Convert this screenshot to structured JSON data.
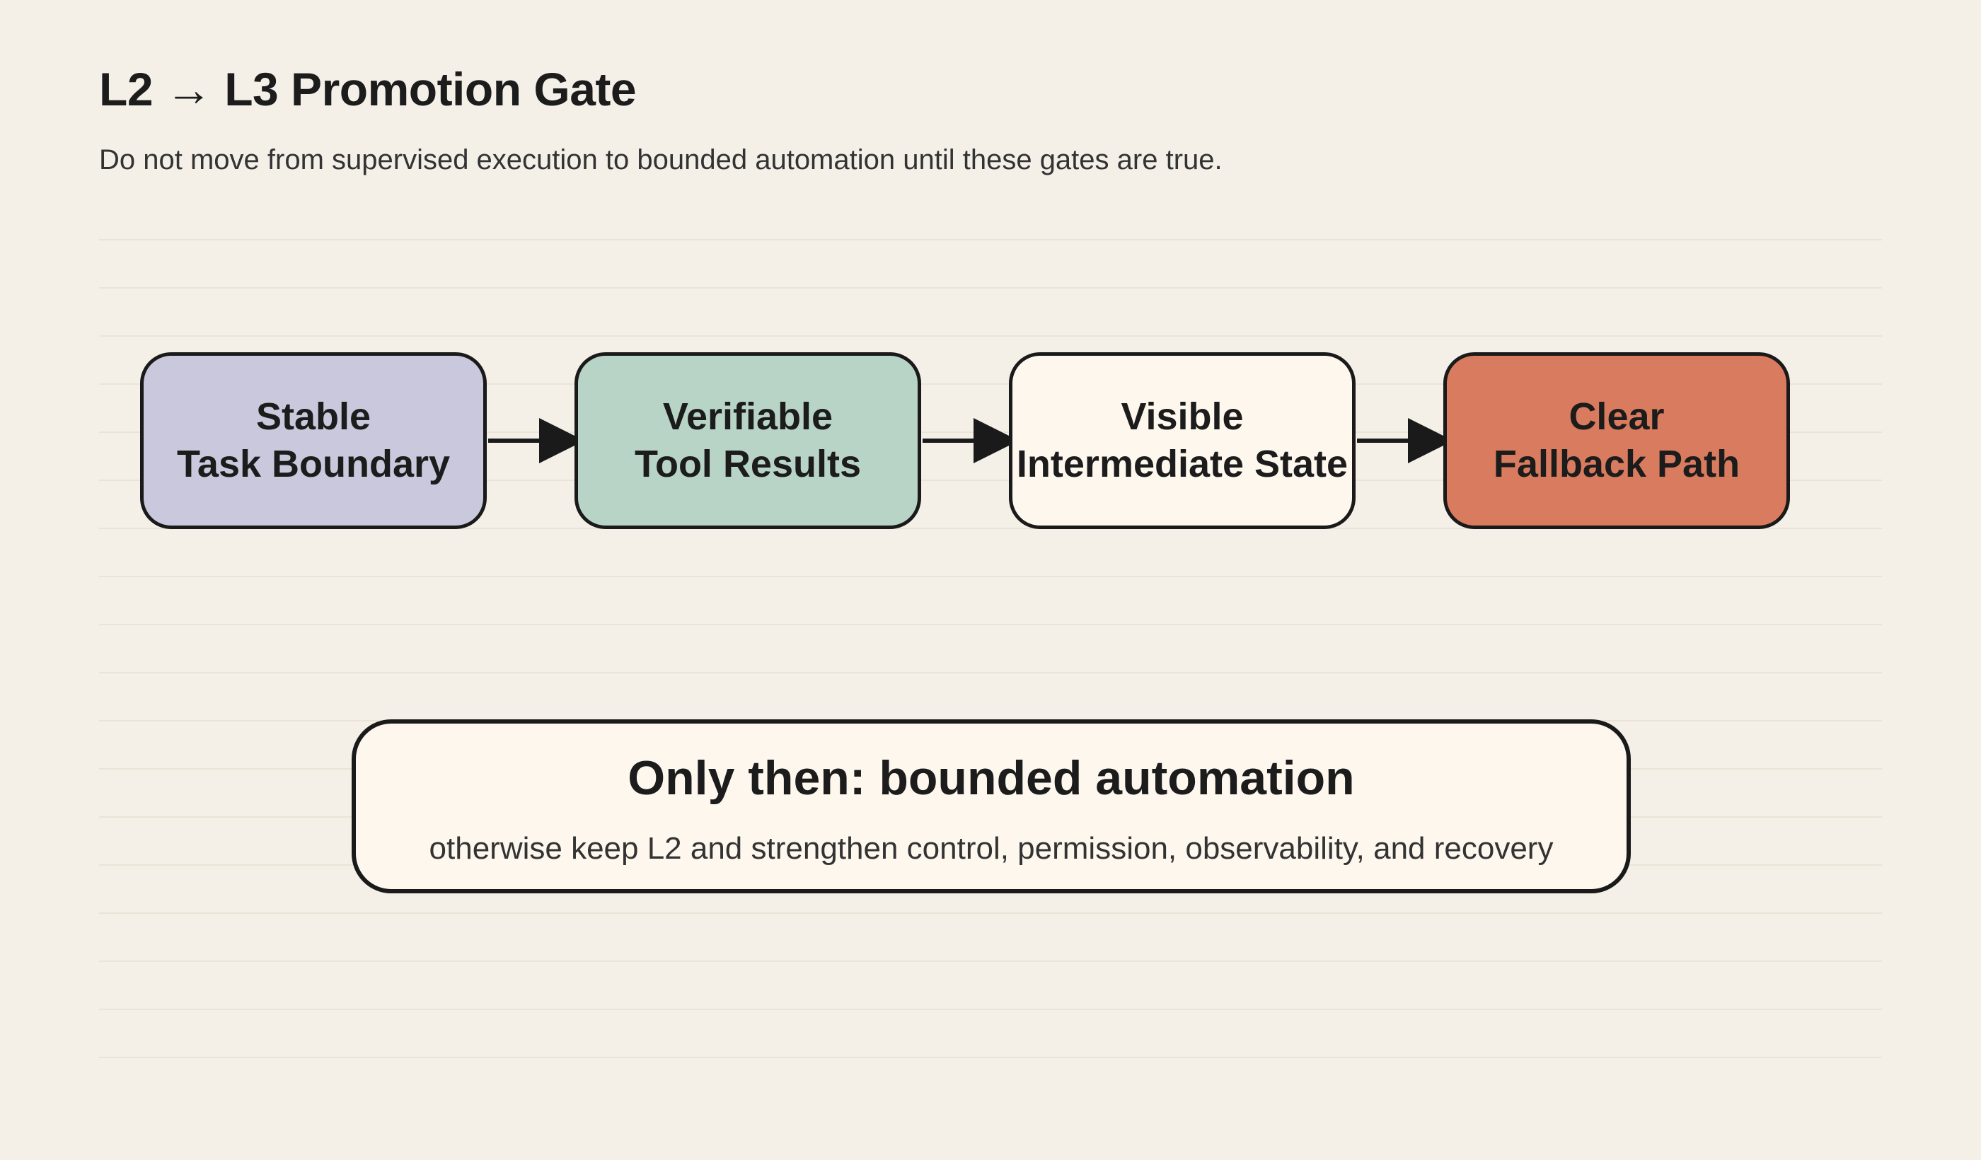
{
  "header": {
    "title": "L2 → L3 Promotion Gate",
    "subtitle": "Do not move from supervised execution to bounded automation until these gates are true."
  },
  "gates": [
    {
      "line1": "Stable",
      "line2": "Task Boundary",
      "color": "#c9c8dc"
    },
    {
      "line1": "Verifiable",
      "line2": "Tool Results",
      "color": "#b8d4c7"
    },
    {
      "line1": "Visible",
      "line2": "Intermediate State",
      "color": "#fdf7ee"
    },
    {
      "line1": "Clear",
      "line2": "Fallback Path",
      "color": "#d97b5e"
    }
  ],
  "outcome": {
    "title": "Only then: bounded automation",
    "note": "otherwise keep L2 and strengthen control, permission, observability, and recovery"
  },
  "colors": {
    "background": "#f4f0e8",
    "stroke": "#1a1a1a"
  }
}
